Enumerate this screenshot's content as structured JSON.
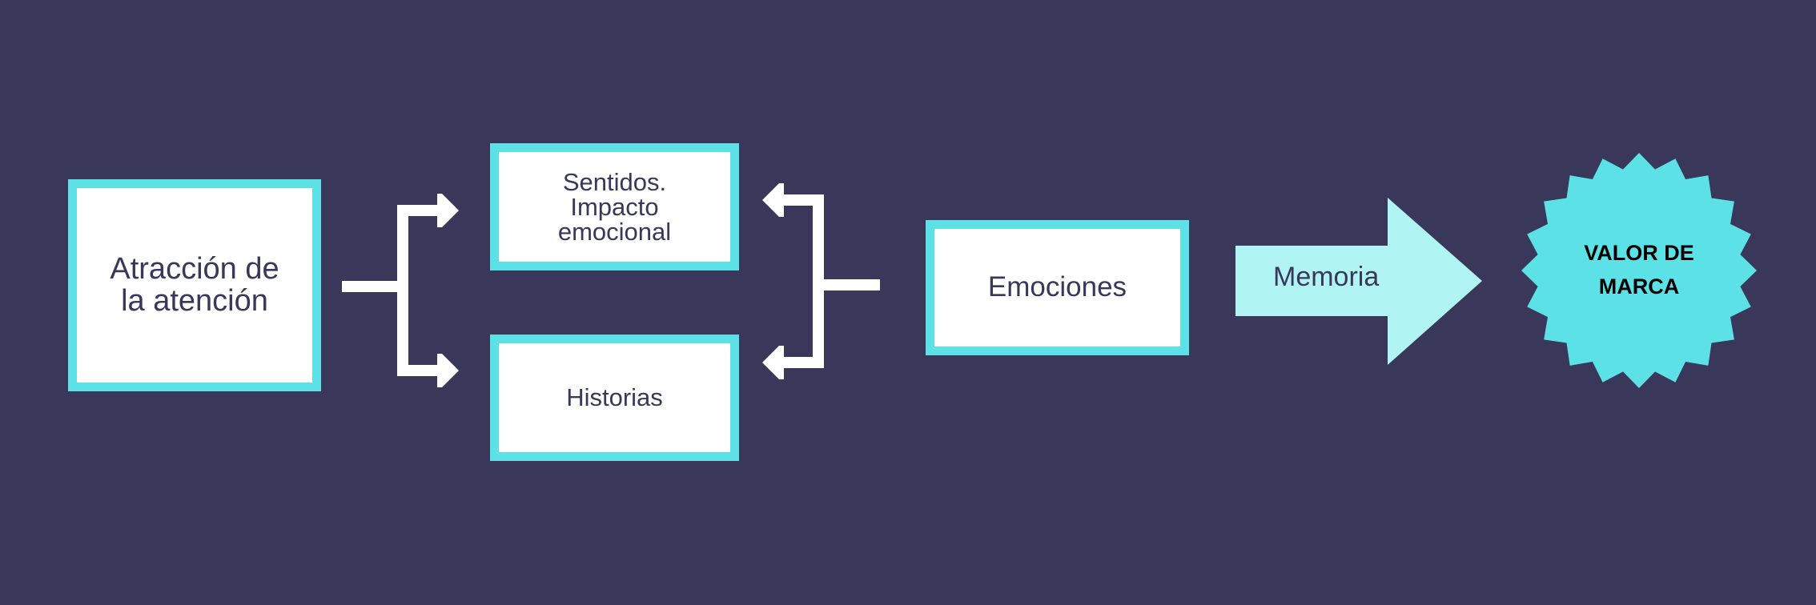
{
  "colors": {
    "background": "#39385a",
    "accent": "#5ce1e6",
    "arrow": "#b0f4f4",
    "text": "#39385a"
  },
  "nodes": {
    "attention": "Atracción de la atención",
    "senses": "Sentidos. Impacto emocional",
    "stories": "Historias",
    "emotions": "Emociones",
    "memory": "Memoria",
    "brand_value": "VALOR DE MARCA"
  }
}
